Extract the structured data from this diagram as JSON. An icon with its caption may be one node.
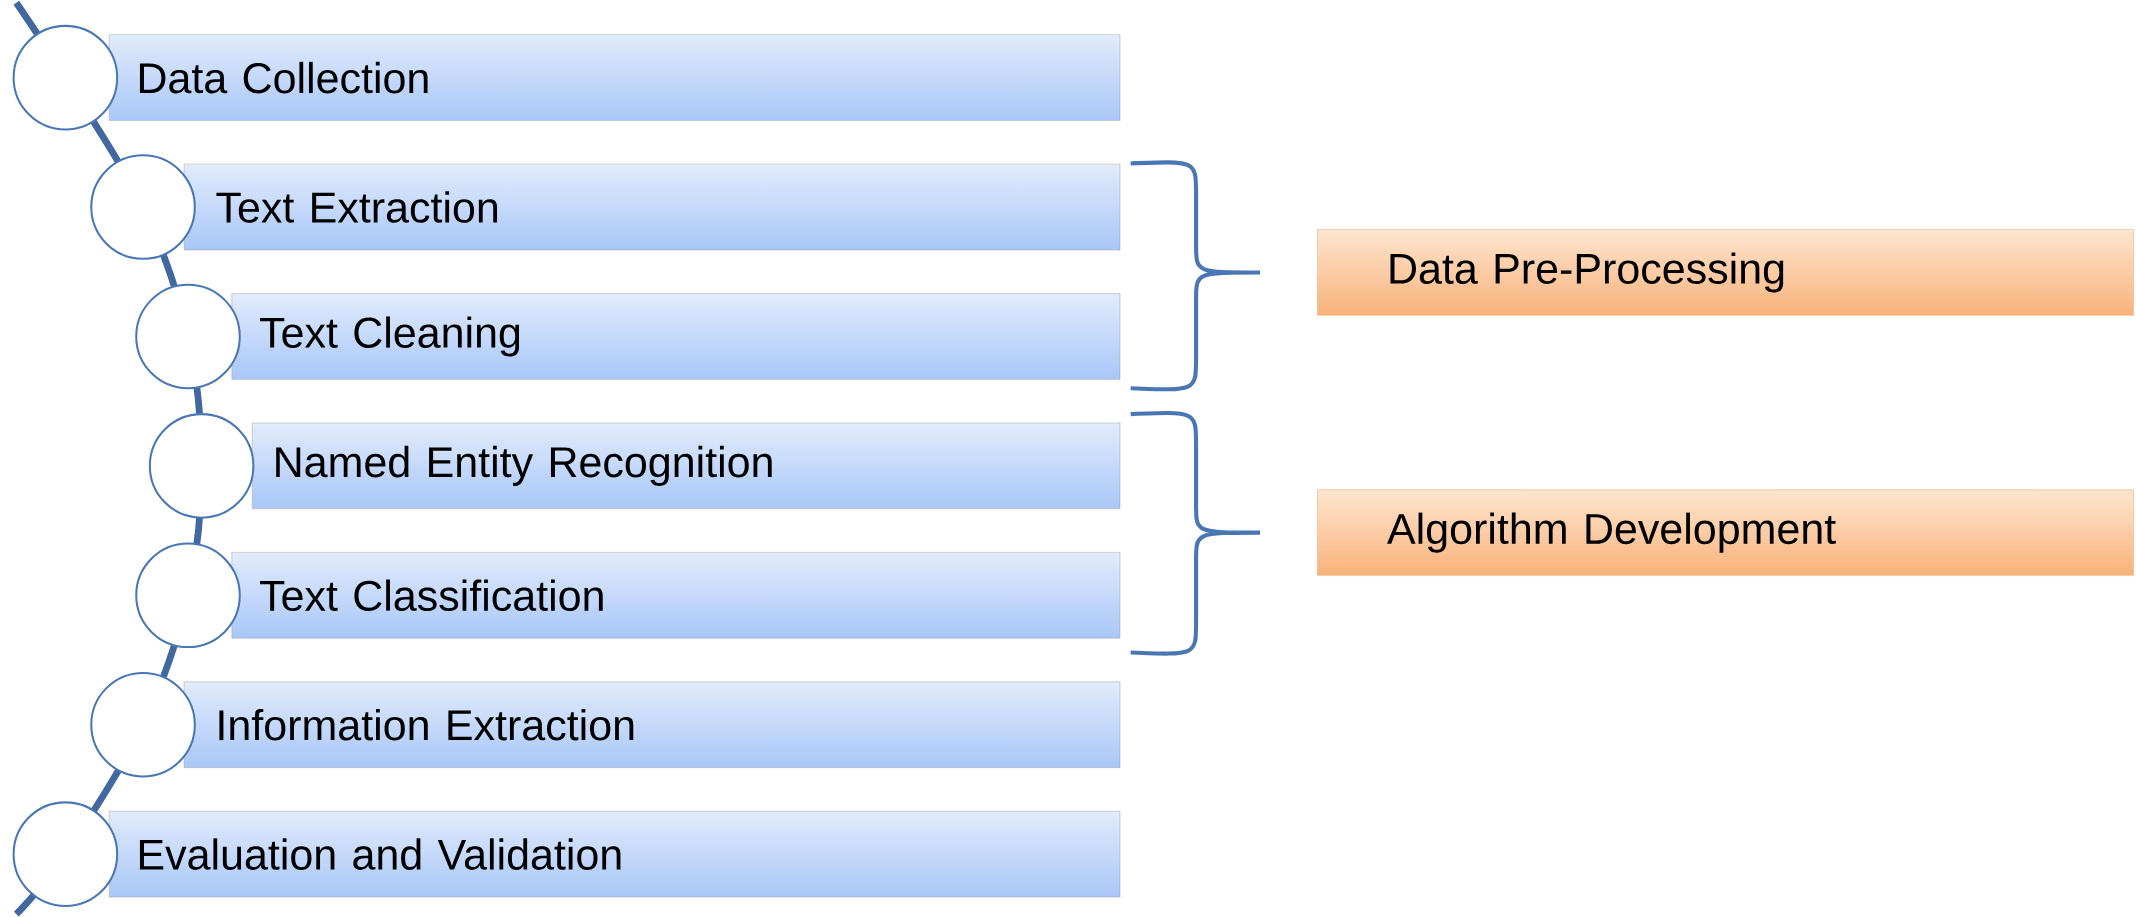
{
  "diagram": {
    "nodes": [
      {
        "text": [
          "Data Collection"
        ]
      },
      {
        "text": [
          "Text Extraction"
        ]
      },
      {
        "text": [
          "Text Cleaning"
        ]
      },
      {
        "text": [
          "Named Entity Recognition"
        ]
      },
      {
        "text": [
          "Text Classification"
        ]
      },
      {
        "text": [
          "Information Extraction"
        ]
      },
      {
        "text": [
          "Evaluation and Validation"
        ]
      },
      {
        "text": [
          "Data Pre-Processing"
        ]
      },
      {
        "text": [
          "Algorithm Development"
        ]
      },
      {
        "text": [],
        "shape": "circle"
      },
      {
        "text": [],
        "shape": "circle"
      },
      {
        "text": [],
        "shape": "circle"
      },
      {
        "text": [],
        "shape": "circle"
      },
      {
        "text": [],
        "shape": "circle"
      },
      {
        "text": [],
        "shape": "circle"
      },
      {
        "text": [],
        "shape": "circle"
      }
    ]
  }
}
